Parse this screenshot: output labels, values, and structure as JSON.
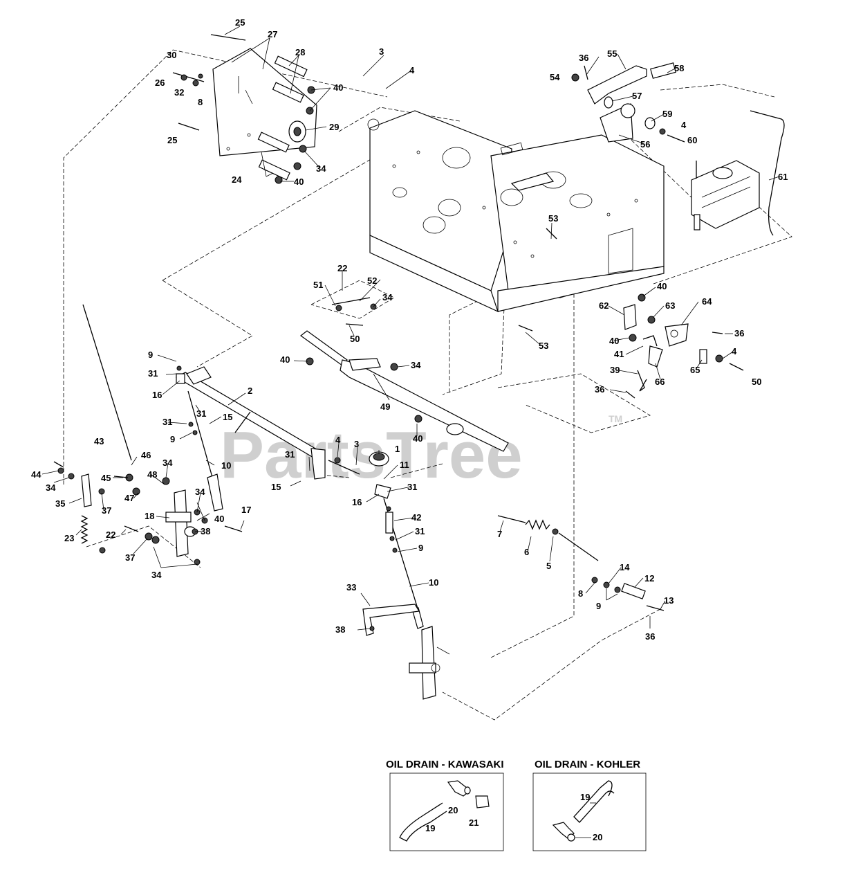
{
  "watermark": {
    "text": "PartsTree",
    "trademark": "TM"
  },
  "callouts": {
    "c1": "1",
    "c2": "2",
    "c3": "3",
    "c3b": "3",
    "c4": "4",
    "c4b": "4",
    "c4c": "4",
    "c4d": "4",
    "c5": "5",
    "c6": "6",
    "c7": "7",
    "c8": "8",
    "c8b": "8",
    "c9": "9",
    "c9b": "9",
    "c9c": "9",
    "c9d": "9",
    "c10": "10",
    "c10b": "10",
    "c11": "11",
    "c12": "12",
    "c13": "13",
    "c14": "14",
    "c15": "15",
    "c15b": "15",
    "c16": "16",
    "c16b": "16",
    "c17": "17",
    "c18": "18",
    "c22": "22",
    "c22b": "22",
    "c23": "23",
    "c24": "24",
    "c25": "25",
    "c25b": "25",
    "c26": "26",
    "c27": "27",
    "c28": "28",
    "c29": "29",
    "c30": "30",
    "c31": "31",
    "c31b": "31",
    "c31c": "31",
    "c31d": "31",
    "c31e": "31",
    "c31f": "31",
    "c32": "32",
    "c33": "33",
    "c34": "34",
    "c34b": "34",
    "c34c": "34",
    "c34d": "34",
    "c34e": "34",
    "c34f": "34",
    "c35": "35",
    "c36": "36",
    "c36b": "36",
    "c36c": "36",
    "c36d": "36",
    "c37": "37",
    "c37b": "37",
    "c38": "38",
    "c38b": "38",
    "c39": "39",
    "c40": "40",
    "c40b": "40",
    "c40c": "40",
    "c40d": "40",
    "c40e": "40",
    "c40f": "40",
    "c40g": "40",
    "c41": "41",
    "c42": "42",
    "c43": "43",
    "c44": "44",
    "c45": "45",
    "c46": "46",
    "c47": "47",
    "c48": "48",
    "c49": "49",
    "c50": "50",
    "c50b": "50",
    "c51": "51",
    "c52": "52",
    "c53": "53",
    "c53b": "53",
    "c54": "54",
    "c55": "55",
    "c56": "56",
    "c57": "57",
    "c58": "58",
    "c59": "59",
    "c60": "60",
    "c61": "61",
    "c62": "62",
    "c63": "63",
    "c64": "64",
    "c65": "65",
    "c66": "66"
  },
  "insets": {
    "kawasaki": {
      "title": "OIL DRAIN - KAWASAKI",
      "c19": "19",
      "c20": "20",
      "c21": "21"
    },
    "kohler": {
      "title": "OIL DRAIN - KOHLER",
      "c19": "19",
      "c20": "20"
    }
  }
}
